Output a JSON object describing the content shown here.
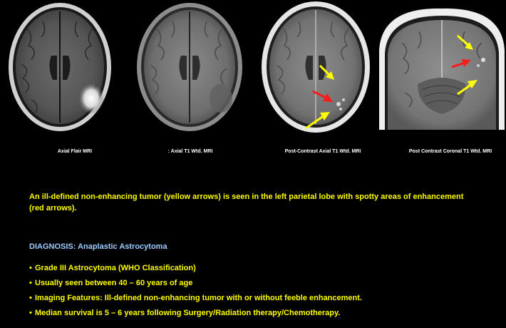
{
  "images": [
    {
      "caption": "Axial Flair MRI",
      "icon": "axial-flair-mri-image"
    },
    {
      "caption": ": Axial T1 Wtd. MRI",
      "icon": "axial-t1-mri-image"
    },
    {
      "caption": "Post-Contrast Axial T1 Wtd. MRI",
      "icon": "post-contrast-axial-t1-mri-image"
    },
    {
      "caption": "Post Contrast Coronal T1 Wtd. MRI",
      "icon": "post-contrast-coronal-t1-mri-image"
    }
  ],
  "finding": "An ill-defined non-enhancing tumor (yellow arrows) is seen in the left parietal lobe with spotty areas of enhancement (red arrows).",
  "diagnosis": "DIAGNOSIS: Anaplastic Astrocytoma",
  "bullet_symbol": "•",
  "bullets": [
    "Grade III Astrocytoma (WHO Classification)",
    "Usually seen between 40 – 60 years of age",
    "Imaging Features: Ill-defined non-enhancing tumor with or without feeble enhancement.",
    "Median survival is 5 – 6 years following Surgery/Radiation therapy/Chemotherapy."
  ],
  "colors": {
    "background": "#000000",
    "caption_text": "#ffffff",
    "body_text": "#ffff00",
    "diagnosis_text": "#99ccff",
    "yellow_arrow": "#ffff00",
    "red_arrow": "#ff1a1a"
  }
}
